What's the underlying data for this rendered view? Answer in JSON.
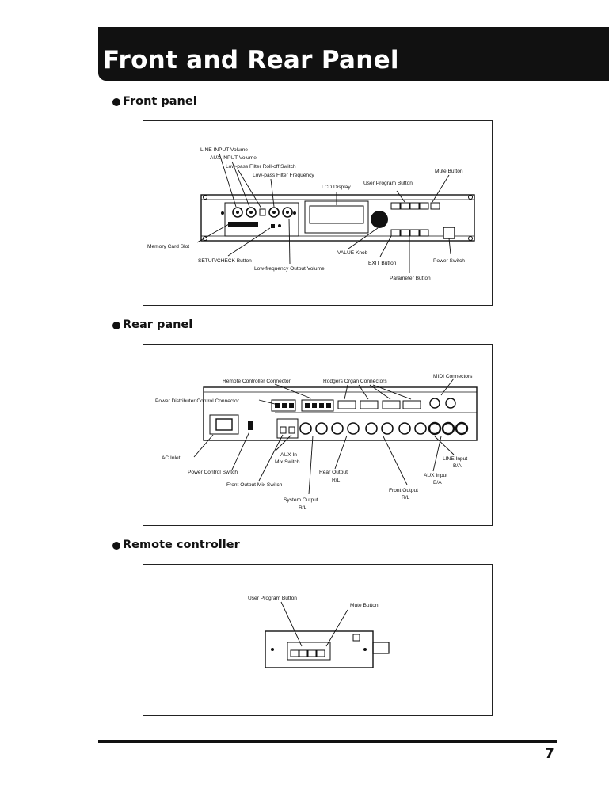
{
  "title": "Front and Rear Panel",
  "front_panel": {
    "heading": "Front panel",
    "labels": {
      "line_input_volume": "LINE INPUT Volume",
      "aux_input_volume": "AUX INPUT Volume",
      "lpf_rolloff_switch": "Low-pass Filter Roll-off Switch",
      "lpf_frequency": "Low-pass Filter Frequency",
      "lcd_display": "LCD Display",
      "user_program_button": "User Program Button",
      "mute_button": "Mute Button",
      "memory_card_slot": "Memory Card Slot",
      "setup_check_button": "SETUP/CHECK Button",
      "low_freq_output_volume": "Low-frequency Output Volume",
      "value_knob": "VALUE Knob",
      "exit_button": "EXIT Button",
      "power_switch": "Power Switch",
      "parameter_button": "Parameter Button"
    }
  },
  "rear_panel": {
    "heading": "Rear panel",
    "labels": {
      "remote_controller_connector": "Remote Controller Connector",
      "rodgers_organ_connectors": "Rodgers Organ Connectors",
      "midi_connectors": "MIDI Connectors",
      "power_distributer_connector": "Power Distributer Control Connector",
      "ac_inlet": "AC Inlet",
      "aux_in_mix_switch_1": "AUX In",
      "aux_in_mix_switch_2": "Mix Switch",
      "power_control_switch": "Power Control Switch",
      "front_output_mix_switch": "Front Output Mix Switch",
      "rear_output": "Rear Output",
      "rear_output_rl": "R/L",
      "system_output": "System Output",
      "system_output_rl": "R/L",
      "front_output": "Front Output",
      "front_output_rl": "R/L",
      "line_input": "LINE Input",
      "line_input_ba": "B/A",
      "aux_input": "AUX Input",
      "aux_input_ba": "B/A"
    }
  },
  "remote_controller": {
    "heading": "Remote controller",
    "labels": {
      "user_program_button": "User Program Button",
      "mute_button": "Mute Button"
    }
  },
  "page_number": "7"
}
